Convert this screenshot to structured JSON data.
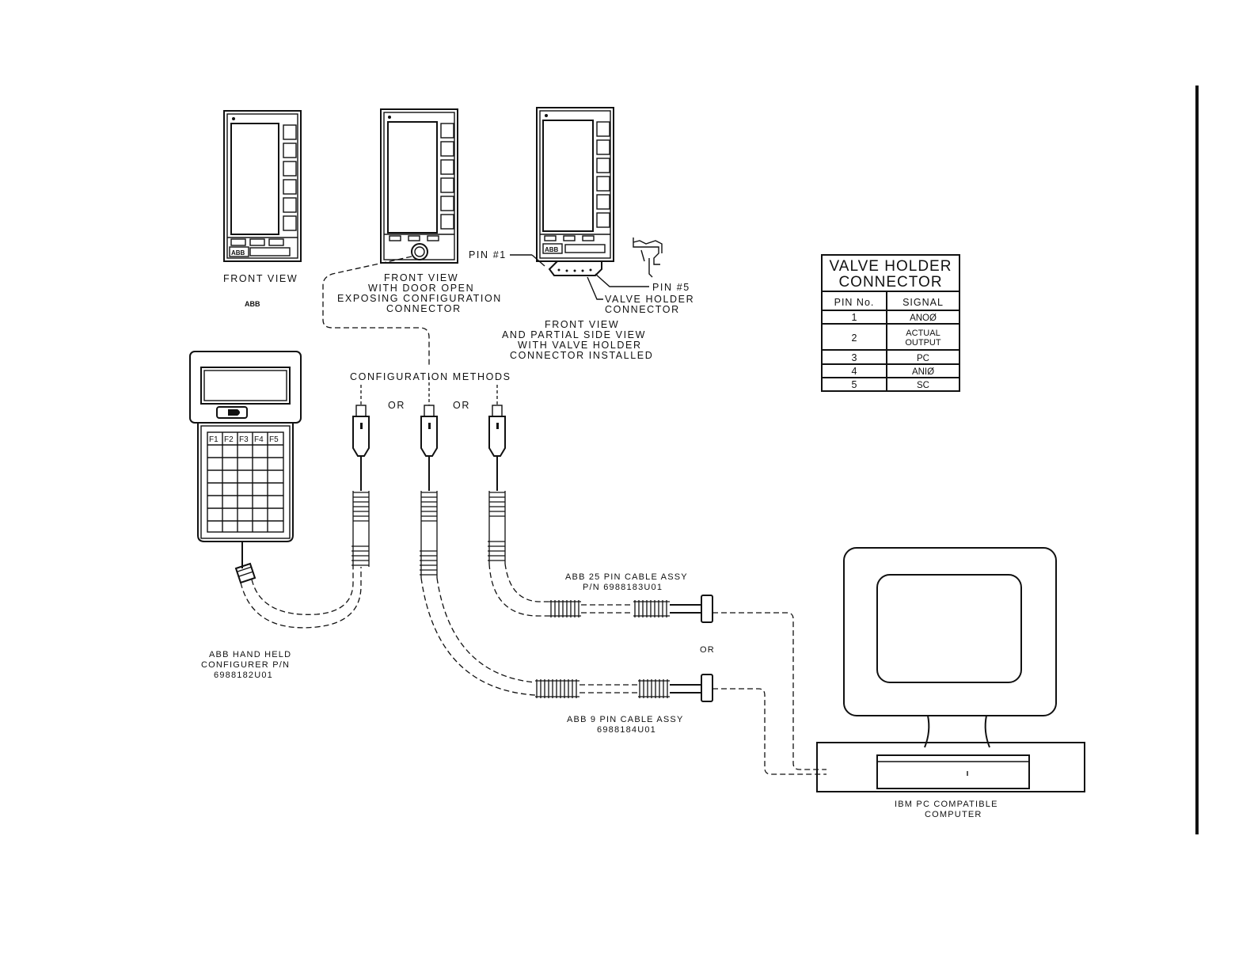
{
  "labels": {
    "front_view": "FRONT VIEW",
    "front_view_abb": "ABB",
    "front_view_door": [
      "FRONT VIEW",
      "WITH DOOR OPEN",
      "EXPOSING CONFIGURATION",
      "CONNECTOR"
    ],
    "pin1": "PIN #1",
    "pin5": "PIN #5",
    "valve_holder_connector": [
      "VALVE HOLDER",
      "CONNECTOR"
    ],
    "front_view_side": [
      "FRONT VIEW",
      "AND PARTIAL SIDE VIEW",
      "WITH VALVE HOLDER",
      "CONNECTOR INSTALLED"
    ],
    "config_methods": "CONFIGURATION METHODS",
    "or_1": "OR",
    "or_2": "OR",
    "or_3": "OR",
    "cable25": [
      "ABB 25 PIN CABLE ASSY",
      "P/N 6988183U01"
    ],
    "cable9": [
      "ABB 9 PIN CABLE ASSY",
      "6988184U01"
    ],
    "handheld": [
      "ABB HAND HELD",
      "CONFIGURER P/N",
      "6988182U01"
    ],
    "computer": [
      "IBM PC COMPATIBLE",
      "COMPUTER"
    ],
    "device_logo": "ABB",
    "f_keys": [
      "F1",
      "F2",
      "F3",
      "F4",
      "F5"
    ]
  },
  "pin_table": {
    "title": [
      "VALVE HOLDER",
      "CONNECTOR"
    ],
    "headers": [
      "PIN No.",
      "SIGNAL"
    ],
    "rows": [
      [
        "1",
        "ANOØ"
      ],
      [
        "2",
        "ACTUAL OUTPUT"
      ],
      [
        "3",
        "PC"
      ],
      [
        "4",
        "ANIØ"
      ],
      [
        "5",
        "SC"
      ]
    ]
  }
}
